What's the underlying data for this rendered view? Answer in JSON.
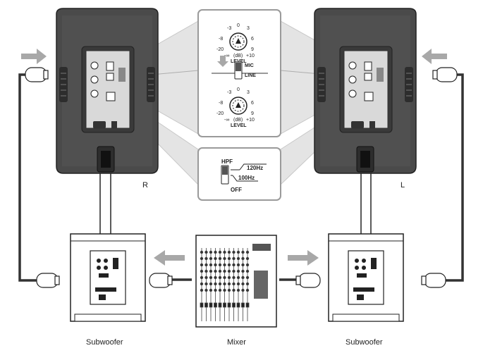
{
  "labels": {
    "speaker_right": "R",
    "speaker_left": "L",
    "subwoofer_left": "Subwoofer",
    "subwoofer_right": "Subwoofer",
    "mixer": "Mixer"
  },
  "callout_level": {
    "scale_ticks": [
      "-3",
      "0",
      "3",
      "-8",
      "6",
      "-20",
      "9",
      "-∞",
      "+10"
    ],
    "unit": "(dB)",
    "caption": "LEVEL",
    "switch_top": "MIC",
    "switch_bottom": "LINE"
  },
  "callout_hpf": {
    "title": "HPF",
    "freq_high": "120Hz",
    "freq_low": "100Hz",
    "off": "OFF"
  },
  "colors": {
    "speaker_body": "#4a4a4a",
    "speaker_dark": "#2d2d2d",
    "panel": "#d9d9d9",
    "arrow": "#a8a8a8",
    "cable": "#333333",
    "callout": "#9a9a9a"
  }
}
